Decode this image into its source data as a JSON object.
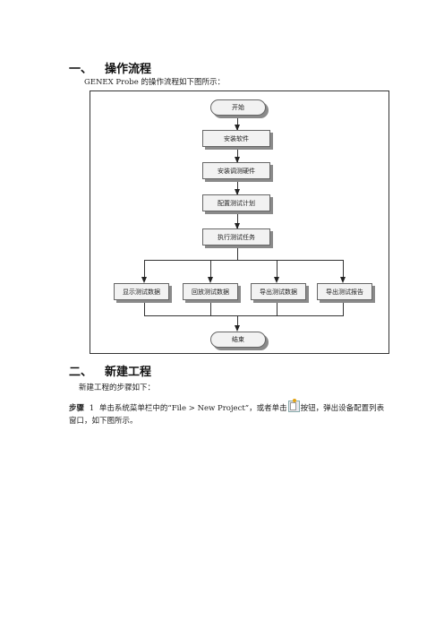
{
  "section1": {
    "num": "一、",
    "title": "操作流程",
    "intro": "GENEX Probe 的操作流程如下图所示："
  },
  "flow": {
    "start": "开始",
    "steps": [
      "安装软件",
      "安装调测硬件",
      "配置测试计划",
      "执行测试任务"
    ],
    "branches": [
      "显示测试数据",
      "回放测试数据",
      "导出测试数据",
      "导出测试报告"
    ],
    "end": "结束"
  },
  "section2": {
    "num": "二、",
    "title": "新建工程",
    "intro": "新建工程的步骤如下：",
    "step_label": "步骤",
    "step_num": "1",
    "step_text_a": "单击系统菜单栏中的“File > New Project”，或者单击",
    "step_text_b": "按钮，弹出设备配置列表",
    "step_text_c": "窗口，如下图所示。",
    "icon": "new-project-icon"
  }
}
